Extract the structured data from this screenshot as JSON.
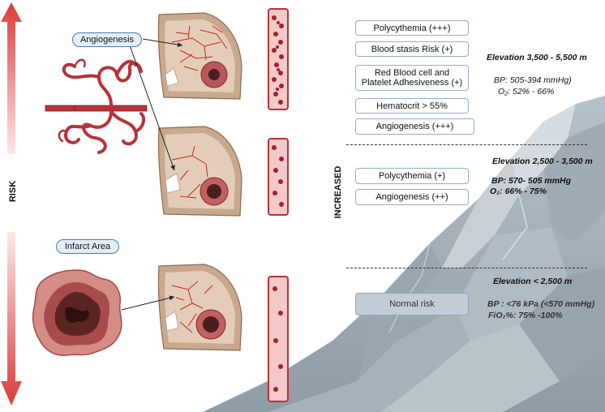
{
  "labels": {
    "risk": "RISK",
    "increased": "INCREASED",
    "angiogenesis_tag": "Angiogenesis",
    "infarct_tag": "Infarct Area"
  },
  "tiers": {
    "high": {
      "boxes": [
        "Polycythemia (+++)",
        "Blood stasis Risk (+)",
        "Red Blood cell and Platelet Adhesiveness (+)",
        "Hematocrit > 55%",
        "Angiogenesis (+++)"
      ],
      "elevation": "Elevation 3,500  - 5,500 m",
      "bp": "BP: 505-394 mmHg)",
      "o2": "O₂: 52% - 66%"
    },
    "mid": {
      "boxes": [
        "Polycythemia (+)",
        "Angiogenesis (++)"
      ],
      "elevation": "Elevation 2,500 - 3,500 m",
      "bp": "BP: 570- 505 mmHg",
      "o2": "O₂: 66% - 75%"
    },
    "low": {
      "boxes": [
        "Normal risk"
      ],
      "elevation": "Elevation < 2,500 m",
      "bp": "BP : <76 kPa (<570 mmHg)",
      "fio2": "FiO₂%: 75% -100%"
    }
  },
  "colors": {
    "arrow_top": "#d83c3c",
    "arrow_mid": "#fce4e4",
    "mountain": "#a9b4bd",
    "vessel": "#b8323a",
    "brain_tissue": "#c9a98e",
    "box_border": "#93aed0",
    "pill_border": "#4b78b0"
  },
  "icons": [
    "risk-arrow-icon",
    "vessel-network-icon",
    "brain-tissue-icon",
    "blood-vessel-icon",
    "infarct-icon",
    "mountain-icon"
  ]
}
